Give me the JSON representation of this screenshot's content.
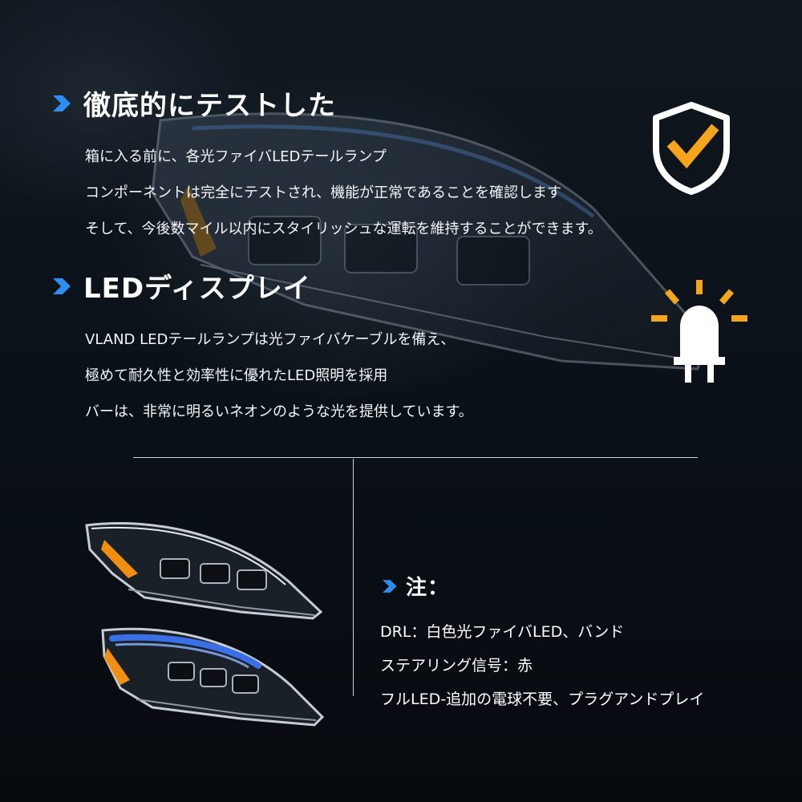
{
  "colors": {
    "accent_blue": "#2b8ef0",
    "accent_orange": "#f5a51c",
    "background": "#0b1118"
  },
  "section1": {
    "heading": "徹底的にテストした",
    "lines": [
      "箱に入る前に、各光ファイバLEDテールランプ",
      "コンポーネントは完全にテストされ、機能が正常であることを確認します",
      "そして、今後数マイル以内にスタイリッシュな運転を維持することができます。"
    ],
    "icon": "shield-check-icon"
  },
  "section2": {
    "heading": "LEDディスプレイ",
    "lines": [
      "VLAND LEDテールランプは光ファイバケーブルを備え、",
      "極めて耐久性と効率性に優れたLED照明を採用",
      "バーは、非常に明るいネオンのような光を提供しています。"
    ],
    "icon": "light-bulb-icon"
  },
  "notes": {
    "heading": "注：",
    "lines": [
      "DRL：白色光ファイバLED、バンド",
      "ステアリング信号：赤",
      "フルLED-追加の電球不要、プラグアンドプレイ"
    ]
  }
}
